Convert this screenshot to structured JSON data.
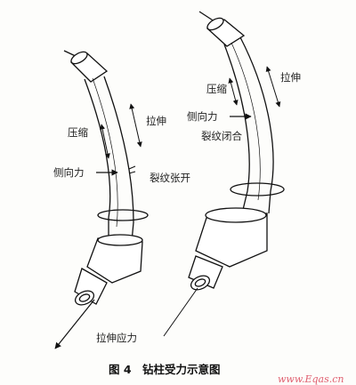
{
  "figure": {
    "left": {
      "compression": "压缩",
      "tension": "拉伸",
      "lateral_force": "侧向力",
      "crack_open": "裂纹张开",
      "tensile_stress": "拉伸应力"
    },
    "right": {
      "compression": "压缩",
      "tension": "拉伸",
      "lateral_force": "侧向力",
      "crack_closed": "裂纹闭合"
    },
    "caption": "图 4　钻柱受力示意图",
    "watermark": "www.Eqas.cn"
  }
}
